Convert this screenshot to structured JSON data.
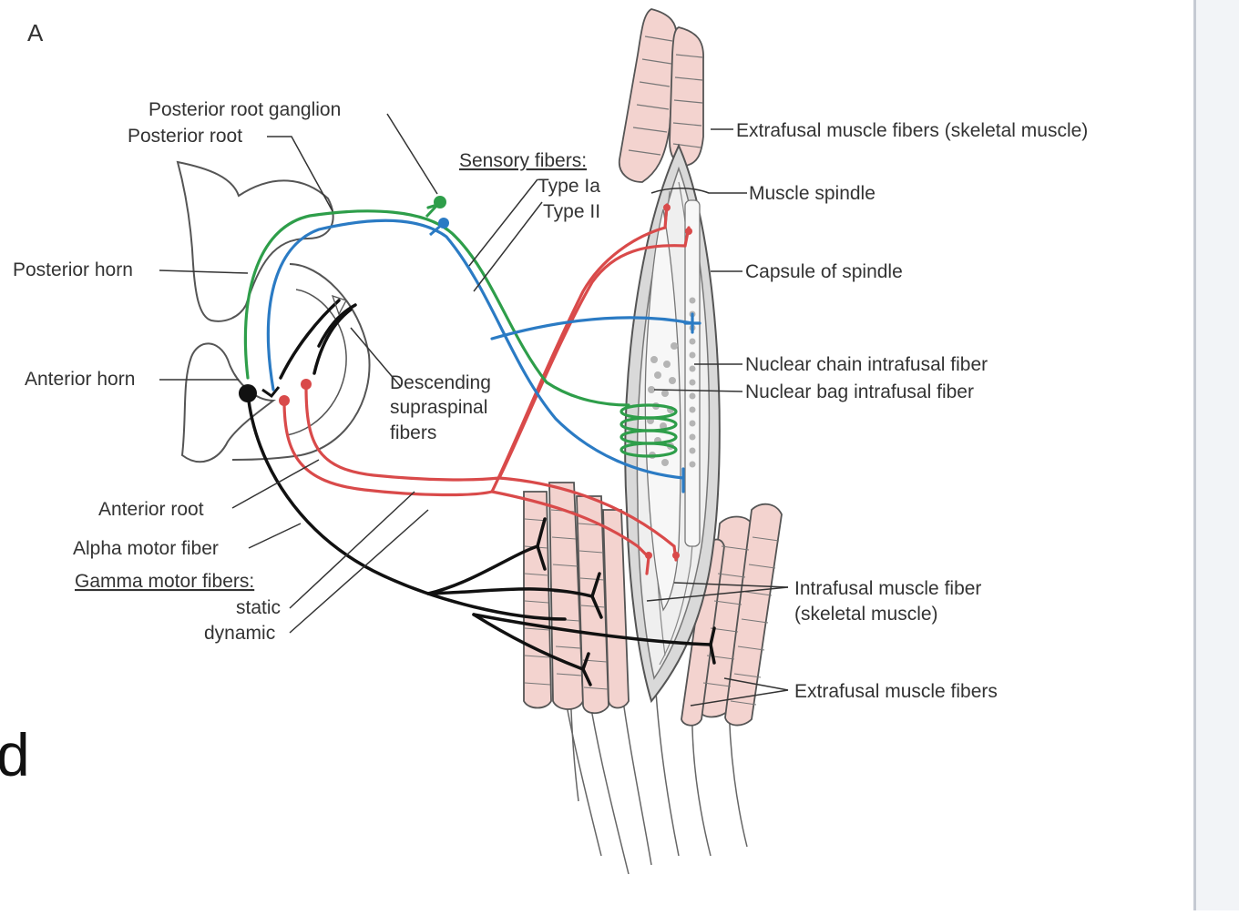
{
  "figure": {
    "panel_letter": "A",
    "fragment": "d"
  },
  "labels": {
    "posterior_root_ganglion": "Posterior root ganglion",
    "posterior_root": "Posterior root",
    "posterior_horn": "Posterior horn",
    "anterior_horn": "Anterior horn",
    "anterior_root": "Anterior root",
    "alpha_motor_fiber": "Alpha motor fiber",
    "gamma_motor_fibers": "Gamma motor fibers:",
    "static": "static",
    "dynamic": "dynamic",
    "sensory_fibers": "Sensory fibers:",
    "type_ia": "Type Ia",
    "type_ii": "Type II",
    "descending_1": "Descending",
    "descending_2": "supraspinal",
    "descending_3": "fibers",
    "extrafusal_skeletal": "Extrafusal muscle fibers (skeletal muscle)",
    "muscle_spindle": "Muscle spindle",
    "capsule": "Capsule of spindle",
    "nuclear_chain": "Nuclear chain intrafusal fiber",
    "nuclear_bag": "Nuclear bag intrafusal fiber",
    "intrafusal_1": "Intrafusal muscle fiber",
    "intrafusal_2": "(skeletal muscle)",
    "extrafusal": "Extrafusal muscle fibers"
  },
  "colors": {
    "type_ia": "#2e9e4a",
    "type_ii": "#2b7bc4",
    "gamma": "#d94a4a",
    "alpha": "#111111",
    "muscle": "#f3d3cf",
    "capsule": "#cfcfcf"
  }
}
